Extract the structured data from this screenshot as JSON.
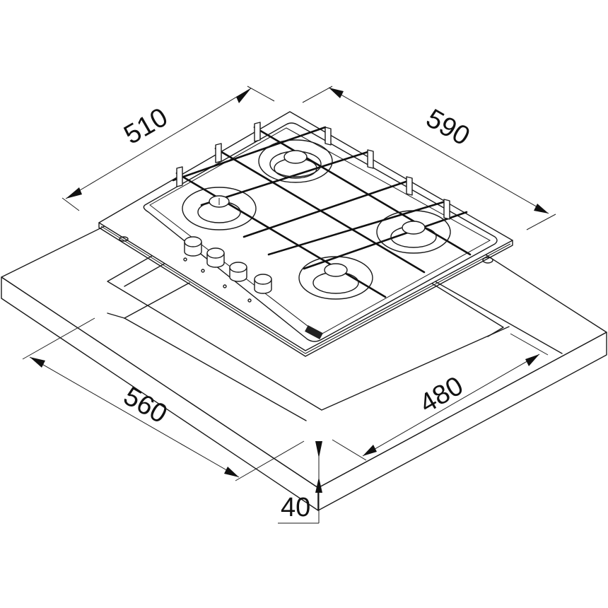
{
  "diagram": {
    "subject": "Built-in gas hob installation drawing",
    "units": "mm",
    "line_color": "#1a1a1a",
    "background": "#ffffff",
    "dimensions": {
      "hob_depth": "510",
      "hob_width": "590",
      "cutout_width": "560",
      "cutout_depth": "480",
      "worktop_thickness": "40"
    },
    "components": {
      "burners": [
        "rear-center burner",
        "left burner",
        "right burner",
        "front-center burner"
      ],
      "control_knobs": 4,
      "pan_supports": "cast-iron grid",
      "badge": "brand plate"
    }
  }
}
